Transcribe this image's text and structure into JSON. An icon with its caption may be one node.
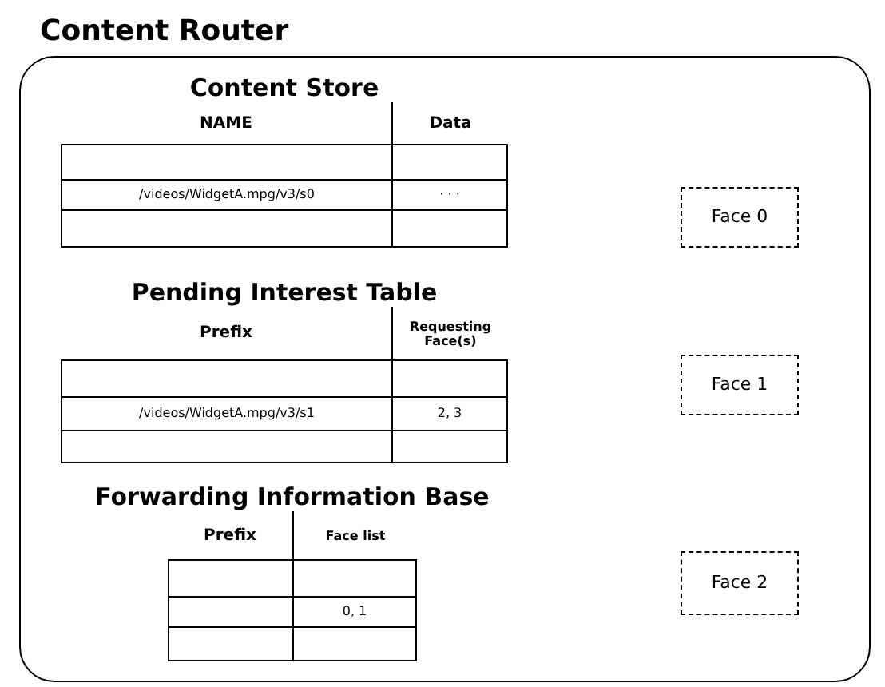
{
  "diagram": {
    "nodes": [
      {
        "text": [
          "Content Router"
        ]
      },
      {
        "text": [
          "Content Store"
        ],
        "in": 0
      },
      {
        "text": [
          "Pending Interest Table"
        ],
        "in": 0
      },
      {
        "text": [
          "Forwarding Information Base"
        ],
        "in": 0
      },
      {
        "text": [
          "Face 0"
        ],
        "in": 0
      },
      {
        "text": [
          "Face 1"
        ],
        "in": 0
      },
      {
        "text": [
          "Face 2"
        ],
        "in": 0
      }
    ],
    "labels": [
      "NAME",
      "Data",
      "/videos/WidgetA.mpg/v3/s0",
      "· · ·",
      "Prefix",
      "Requesting Face(s)",
      "/videos/WidgetA.mpg/v3/s1",
      "2, 3",
      "Prefix",
      "Face list",
      "0, 1"
    ]
  }
}
